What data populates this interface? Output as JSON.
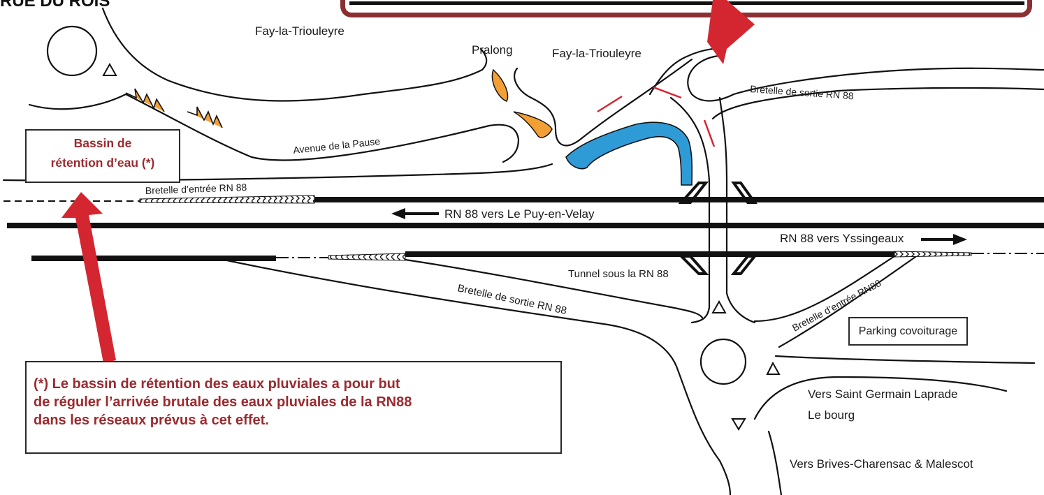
{
  "header": {
    "top_left_text": "RUE DU ROIS"
  },
  "places": {
    "fay_top": "Fay-la-Triouleyre",
    "pralong": "Pralong",
    "fay_mid": "Fay-la-Triouleyre",
    "avenue": "Avenue de la Pause",
    "bretelle_sortie_north": "Bretelle de sortie RN 88",
    "bretelle_entree_west": "Bretelle d’entrée RN 88",
    "rn88_west": "RN 88 vers Le Puy-en-Velay",
    "rn88_east": "RN 88 vers Yssingeaux",
    "tunnel": "Tunnel sous la RN 88",
    "bretelle_sortie_south": "Bretelle de sortie RN 88",
    "bretelle_entree_east": "Bretelle d’entrée RN88",
    "parking": "Parking covoiturage",
    "vers_st_germain": "Vers Saint Germain Laprade",
    "le_bourg": "Le bourg",
    "vers_brives": "Vers Brives-Charensac & Malescot"
  },
  "bassin": {
    "line1": "Bassin de",
    "line2": "rétention d’eau (*)"
  },
  "note": {
    "line1": "(*) Le bassin de rétention des eaux pluviales a pour but",
    "line2": "de réguler l’arrivée brutale des eaux pluviales de la RN88",
    "line3": "dans les réseaux prévus à cet effet."
  },
  "colors": {
    "arrow_red": "#d42630",
    "note_text": "#9b2a2f",
    "basin_blue": "#2f9bd6",
    "island_orange": "#f2a035",
    "frame_maroon": "#8c2f33",
    "road_black": "#111111"
  }
}
